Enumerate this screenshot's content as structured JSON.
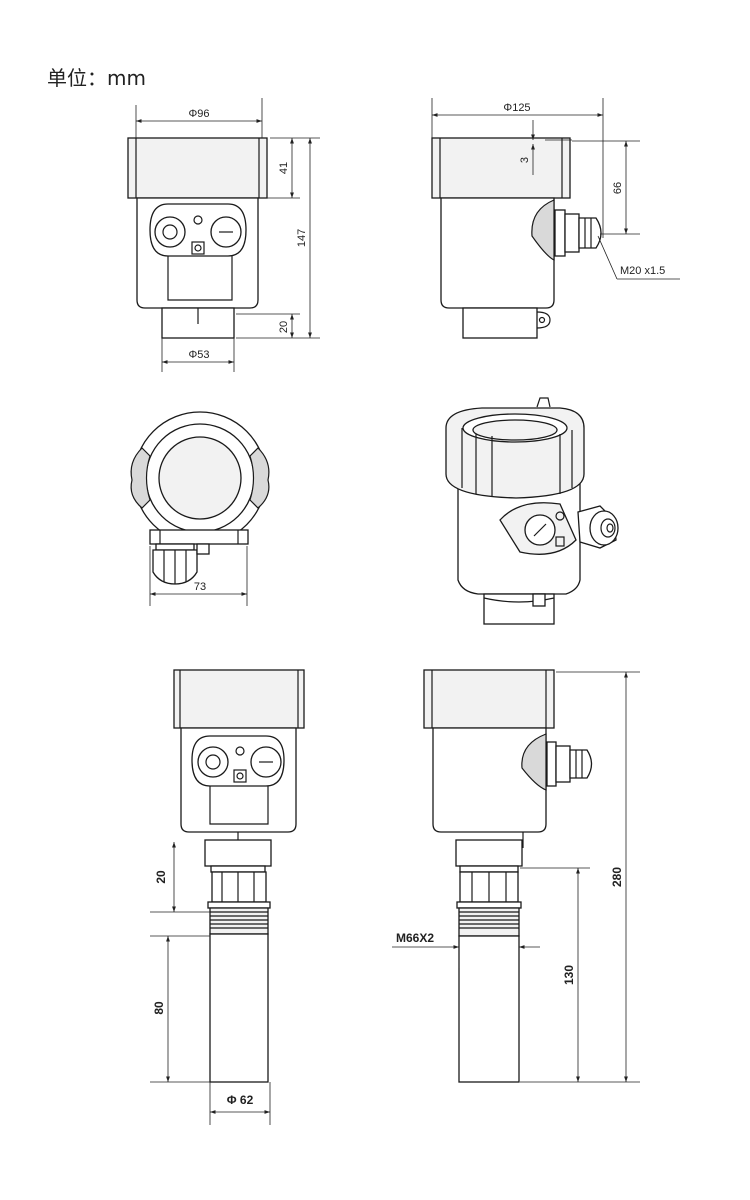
{
  "unit_label": "单位：mm",
  "views": {
    "top_front": {
      "diameter_top": "Φ96",
      "height_cap": "41",
      "height_total": "147",
      "neck_height": "20",
      "diameter_neck": "Φ53"
    },
    "top_side": {
      "diameter_top": "Φ125",
      "gap": "3",
      "height_gland": "66",
      "thread_gland": "M20 x1.5"
    },
    "plan": {
      "width": "73"
    },
    "bottom_front": {
      "neck_height": "20",
      "horn_length": "80",
      "diameter_horn": "Φ 62"
    },
    "bottom_side": {
      "thread": "M66X2",
      "lower_length": "130",
      "total_length": "280"
    }
  }
}
